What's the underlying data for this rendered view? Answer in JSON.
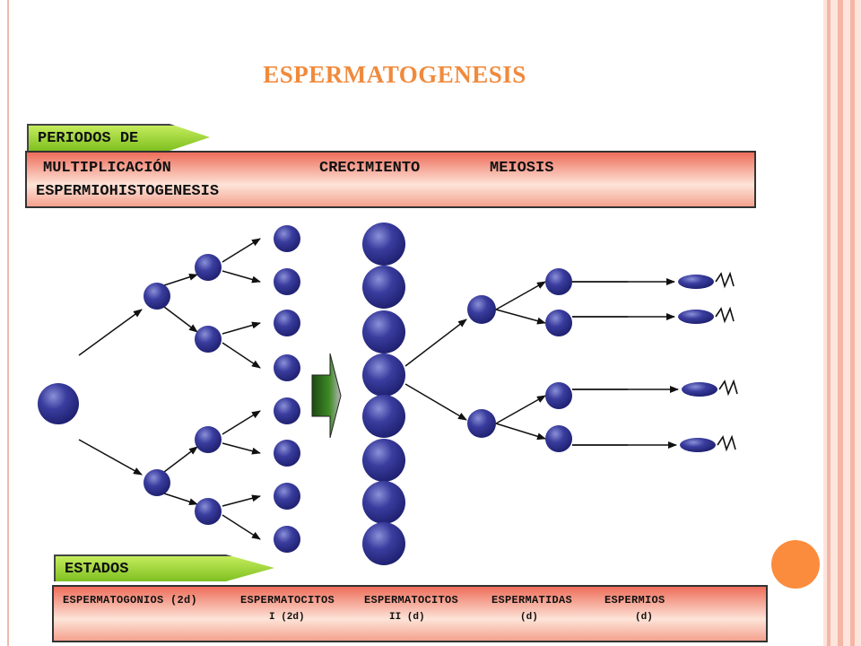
{
  "title": "ESPERMATOGENESIS",
  "periods": {
    "tag": "PERIODOS DE",
    "items": [
      "MULTIPLICACIÓN",
      "CRECIMIENTO",
      "MEIOSIS",
      "ESPERMIOHISTOGENESIS"
    ]
  },
  "states": {
    "tag": "ESTADOS",
    "items": [
      {
        "name": "ESPERMATOGONIOS (2d)",
        "sub": ""
      },
      {
        "name": "ESPERMATOCITOS",
        "sub": "I (2d)"
      },
      {
        "name": "ESPERMATOCITOS",
        "sub": "II (d)"
      },
      {
        "name": "ESPERMATIDAS",
        "sub": "(d)"
      },
      {
        "name": "ESPERMIOS",
        "sub": "(d)"
      }
    ]
  },
  "colors": {
    "cell": "#2d2f8c",
    "cell_highlight": "#8b90d8",
    "arrow": "#111111",
    "growth_arrow": "#2f6b1e",
    "title": "#f08a3c"
  }
}
